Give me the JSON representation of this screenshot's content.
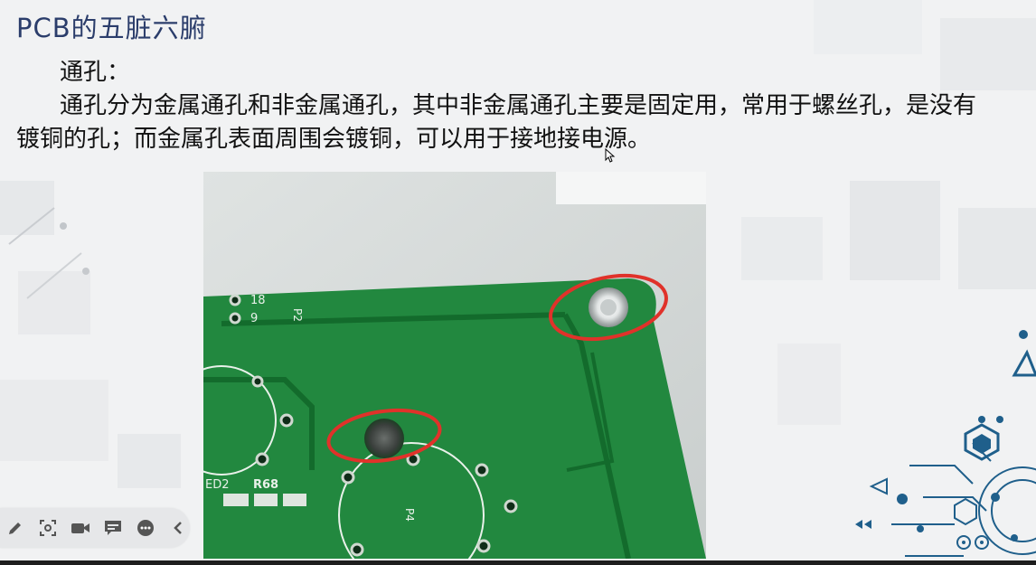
{
  "slide": {
    "title": "PCB的五脏六腑",
    "heading": "通孔：",
    "paragraph": "通孔分为金属通孔和非金属通孔，其中非金属通孔主要是固定用，常用于螺丝孔，是没有镀铜的孔；而金属孔表面周围会镀铜，可以用于接地接电源。"
  },
  "photo": {
    "silkscreen_labels": [
      "18",
      "9",
      "P2",
      "ED2",
      "R68",
      "P4"
    ]
  },
  "toolbar": {
    "icons": [
      "pen-icon",
      "screenshot-icon",
      "camera-icon",
      "comment-icon",
      "more-icon",
      "collapse-icon"
    ]
  },
  "colors": {
    "title": "#2b3d6b",
    "pcb_green": "#1e8a3c",
    "annotation_red": "#e0322a",
    "deco_blue": "#1f5f8b"
  }
}
